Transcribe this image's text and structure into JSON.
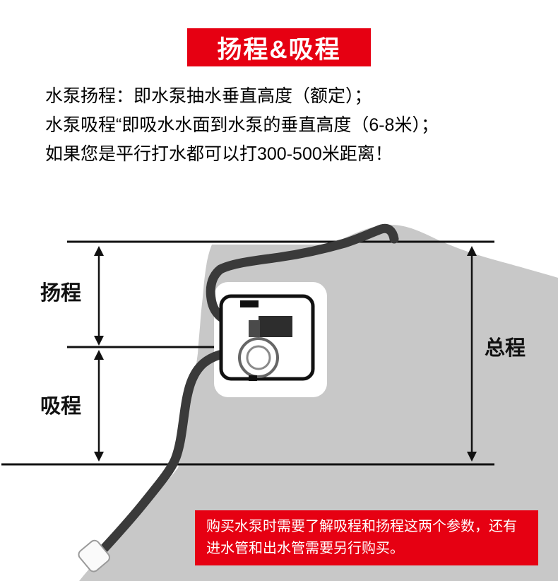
{
  "banner": {
    "title": "扬程&吸程",
    "bg_color": "#e60012",
    "text_color": "#ffffff"
  },
  "description": {
    "line1": "水泵扬程：即水泵抽水垂直高度（额定）；",
    "line2": "水泵吸程“即吸水水面到水泵的垂直高度（6-8米）；",
    "line3": "如果您是平行打水都可以打300-500米距离！"
  },
  "diagram": {
    "labels": {
      "lift": "扬程",
      "suction": "吸程",
      "total": "总程"
    },
    "colors": {
      "terrain": "#c8c8c8",
      "water": "#ffffff",
      "hose": "#3a3a3a",
      "line": "#111111"
    }
  },
  "note": {
    "line1": "购买水泵时需要了解吸程和扬程这两个参数，还有",
    "line2": "进水管和出水管需要另行购买。",
    "bg_color": "#e60012",
    "text_color": "#ffffff"
  }
}
